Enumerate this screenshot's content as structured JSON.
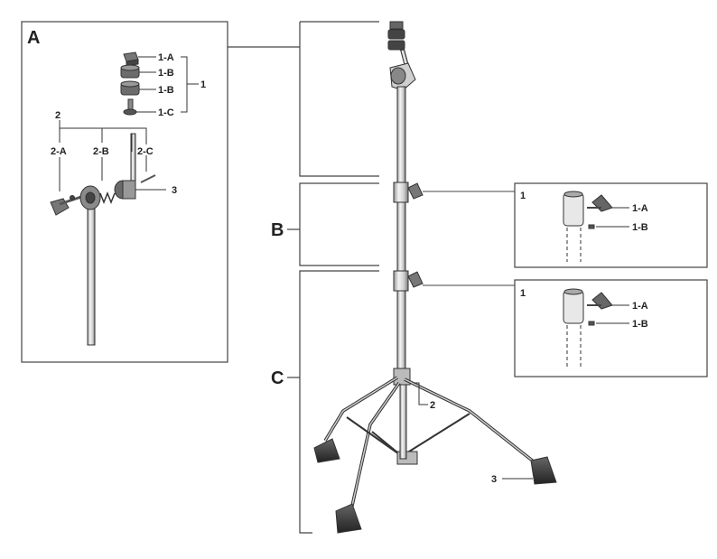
{
  "sections": {
    "A": "A",
    "B": "B",
    "C": "C"
  },
  "panel_a": {
    "part_1": "1",
    "part_1a": "1-A",
    "part_1b_top": "1-B",
    "part_1b_bottom": "1-B",
    "part_1c": "1-C",
    "part_2": "2",
    "part_2a": "2-A",
    "part_2b": "2-B",
    "part_2c": "2-C",
    "part_3": "3"
  },
  "panel_b": {
    "part_1": "1",
    "part_1a": "1-A",
    "part_1b": "1-B"
  },
  "panel_c": {
    "part_1": "1",
    "part_1a": "1-A",
    "part_1b": "1-B"
  },
  "stand": {
    "part_2": "2",
    "part_3": "3"
  },
  "colors": {
    "line": "#333333",
    "frame": "#444444",
    "metal_light": "#e6e6e6",
    "metal_dark": "#555555",
    "rubber": "#3a3a3a"
  }
}
